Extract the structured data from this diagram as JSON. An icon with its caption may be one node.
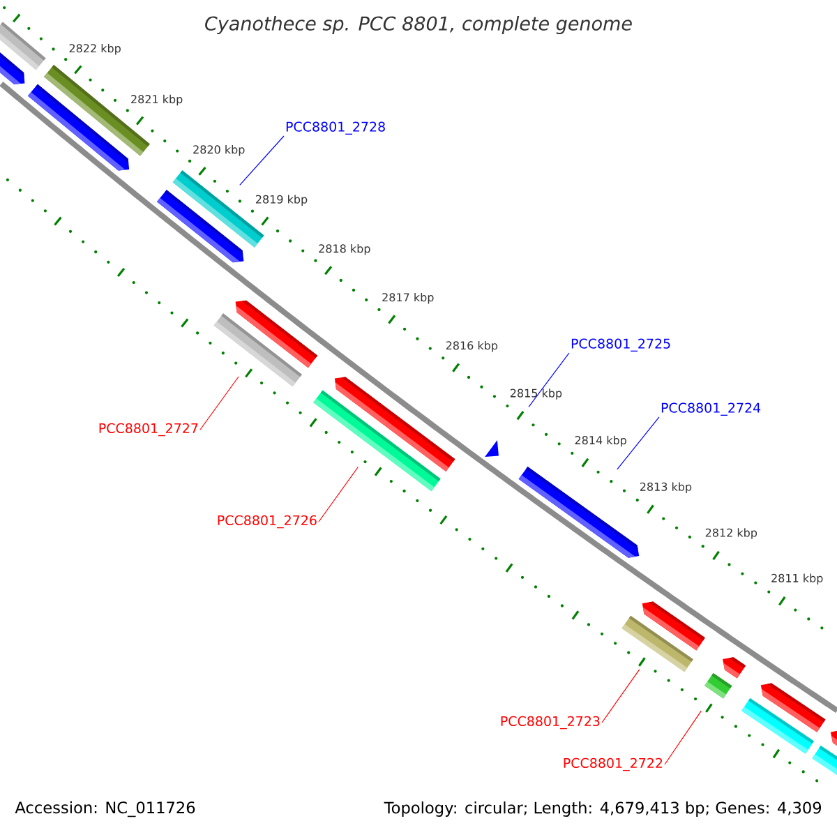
{
  "diagram": {
    "title": "Cyanothece sp. PCC 8801, complete genome",
    "nodes": [
      {
        "text": [
          "PCC8801_2728"
        ]
      },
      {
        "text": [
          "PCC8801_2725"
        ]
      },
      {
        "text": [
          "PCC8801_2724"
        ]
      },
      {
        "text": [
          "PCC8801_2727"
        ]
      },
      {
        "text": [
          "PCC8801_2726"
        ]
      },
      {
        "text": [
          "PCC8801_2723"
        ]
      },
      {
        "text": [
          "PCC8801_2722"
        ]
      },
      {
        "text": [],
        "shape": "bar"
      },
      {
        "text": [],
        "shape": "bar"
      },
      {
        "text": [],
        "shape": "bar"
      },
      {
        "text": [],
        "shape": "triangle"
      },
      {
        "text": [],
        "shape": "bar"
      },
      {
        "text": [],
        "shape": "bar"
      },
      {
        "text": [],
        "shape": "bar"
      }
    ],
    "edges": [
      {
        "from": 0,
        "to": 7,
        "arrow": "none",
        "color": "#0000ff"
      },
      {
        "from": 1,
        "to": 10,
        "arrow": "none",
        "color": "#0000ff"
      },
      {
        "from": 2,
        "to": 11,
        "arrow": "none",
        "color": "#0000ff"
      },
      {
        "from": 3,
        "to": 8,
        "arrow": "none"
      },
      {
        "from": 4,
        "to": 9,
        "arrow": "none"
      },
      {
        "from": 5,
        "to": 12,
        "arrow": "none"
      },
      {
        "from": 6,
        "to": 13,
        "arrow": "none"
      }
    ],
    "labels": [
      "2822 kbp",
      "2821 kbp",
      "2820 kbp",
      "2819 kbp",
      "2818 kbp",
      "2817 kbp",
      "2816 kbp",
      "2815 kbp",
      "2814 kbp",
      "2813 kbp",
      "2812 kbp",
      "2811 kbp",
      "Accession: NC_011726",
      "Topology: circular; Length: 4,679,413 bp; Genes: 4,309"
    ]
  }
}
